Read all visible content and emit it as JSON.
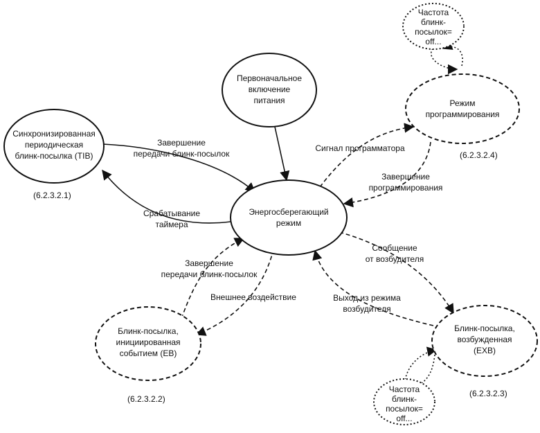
{
  "nodes": {
    "power_on": [
      "Первоначальное",
      "включение",
      "питания"
    ],
    "tib": [
      "Синхронизированная",
      "периодическая",
      "блинк-посылка (TIB)"
    ],
    "energy": [
      "Энергосберегающий",
      "режим"
    ],
    "programming": [
      "Режим",
      "программирования"
    ],
    "eb": [
      "Блинк-посылка,",
      "инициированная",
      "событием (EB)"
    ],
    "exb": [
      "Блинк-посылка,",
      "возбужденная",
      "(EXB)"
    ],
    "freq_top": [
      "Частота",
      "блинк-",
      "посылок=",
      "off..."
    ],
    "freq_bottom": [
      "Частота",
      "блинк-",
      "посылок=",
      "off..."
    ]
  },
  "refs": {
    "tib": "(6.2.3.2.1)",
    "eb": "(6.2.3.2.2)",
    "exb": "(6.2.3.2.3)",
    "programming": "(6.2.3.2.4)"
  },
  "edge_labels": {
    "tib_to_energy": [
      "Завершение",
      "передачи блинк-посылок"
    ],
    "energy_to_tib": [
      "Срабатывание",
      "таймера"
    ],
    "energy_to_prog": [
      "Сигнал программатора"
    ],
    "prog_to_energy": [
      "Завершение",
      "программирования"
    ],
    "eb_to_energy": [
      "Завершение",
      "передачи блинк-посылок"
    ],
    "energy_to_eb": [
      "Внешнее воздействие"
    ],
    "energy_to_exb": [
      "Сообщение",
      "от возбудителя"
    ],
    "exb_to_energy": [
      "Выход из режима",
      "возбудителя"
    ]
  }
}
